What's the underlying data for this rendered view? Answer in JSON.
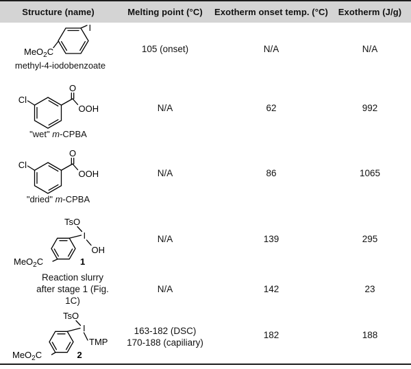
{
  "colors": {
    "header_bg": "#d4d4d4",
    "rule": "#1c1c1c",
    "text": "#111111"
  },
  "header": {
    "col1": "Structure (name)",
    "col2": "Melting point (°C)",
    "col3": "Exotherm onset temp. (°C)",
    "col4": "Exotherm (J/g)"
  },
  "rows": [
    {
      "label": "methyl-4-iodobenzoate",
      "mp": "105 (onset)",
      "onset": "N/A",
      "exo": "N/A"
    },
    {
      "label_pre": "\"wet\" ",
      "label_it": "m",
      "label_post": "-CPBA",
      "mp": "N/A",
      "onset": "62",
      "exo": "992"
    },
    {
      "label_pre": "\"dried\" ",
      "label_it": "m",
      "label_post": "-CPBA",
      "mp": "N/A",
      "onset": "86",
      "exo": "1065"
    },
    {
      "mp": "N/A",
      "onset": "139",
      "exo": "295"
    },
    {
      "label_line1": "Reaction slurry",
      "label_line2": "after stage 1 (Fig. 1C)",
      "mp": "N/A",
      "onset": "142",
      "exo": "23"
    },
    {
      "mp_line1": "163-182 (DSC)",
      "mp_line2": "170-188 (capiliary)",
      "onset": "182",
      "exo": "188"
    }
  ],
  "atoms": {
    "I": "I",
    "Cl": "Cl",
    "O": "O",
    "OOH": "OOH",
    "TsO": "TsO",
    "OH": "OH",
    "TMP": "TMP",
    "MeO": "MeO",
    "sub2": "2",
    "C": "C",
    "num1": "1",
    "num2": "2"
  },
  "chart_data": {
    "type": "table",
    "columns": [
      "Structure (name)",
      "Melting point (°C)",
      "Exotherm onset temp. (°C)",
      "Exotherm (J/g)"
    ],
    "rows": [
      [
        "methyl-4-iodobenzoate",
        "105 (onset)",
        "N/A",
        "N/A"
      ],
      [
        "\"wet\" m-CPBA",
        "N/A",
        "62",
        "992"
      ],
      [
        "\"dried\" m-CPBA",
        "N/A",
        "86",
        "1065"
      ],
      [
        "1",
        "N/A",
        "139",
        "295"
      ],
      [
        "Reaction slurry after stage 1 (Fig. 1C)",
        "N/A",
        "142",
        "23"
      ],
      [
        "2",
        "163-182 (DSC) / 170-188 (capiliary)",
        "182",
        "188"
      ]
    ]
  }
}
